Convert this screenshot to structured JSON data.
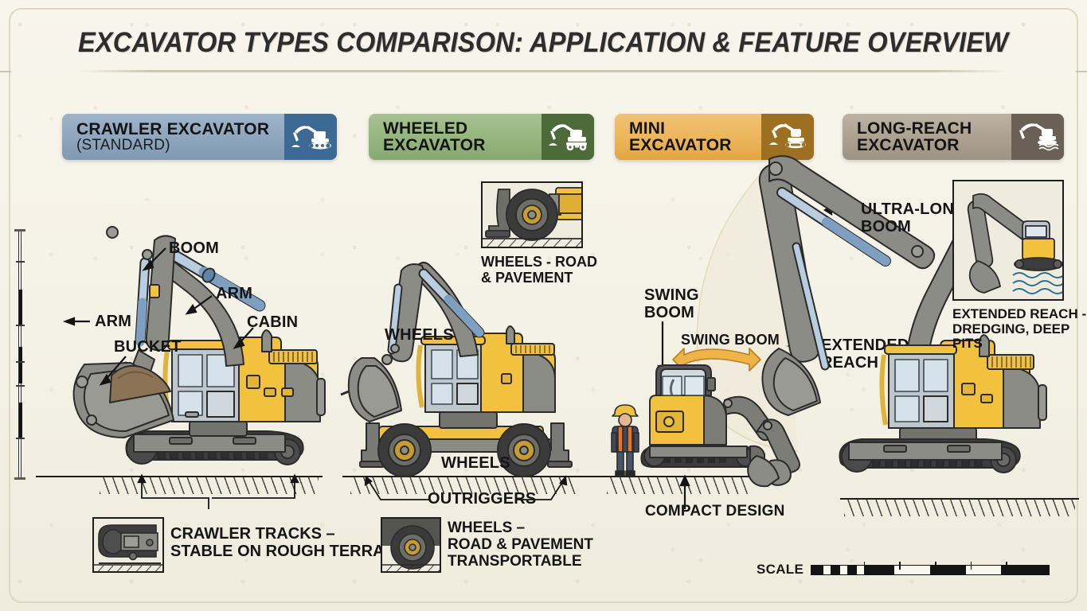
{
  "page": {
    "title": "EXCAVATOR TYPES COMPARISON: APPLICATION & FEATURE OVERVIEW",
    "background_color": "#f7f4ea",
    "ink_color": "#1a1a1a"
  },
  "badges": [
    {
      "line1": "CRAWLER EXCAVATOR",
      "line2": "(STANDARD)",
      "color": "#8fa7bf",
      "icon_color": "#3d6a94",
      "icon": "crawler-excavator-icon"
    },
    {
      "line1": "WHEELED",
      "line2": "EXCAVATOR",
      "color": "#96b67f",
      "icon_color": "#4d6b39",
      "icon": "wheeled-excavator-icon"
    },
    {
      "line1": "MINI",
      "line2": "EXCAVATOR",
      "color": "#ecb65c",
      "icon_color": "#9c6f21",
      "icon": "mini-excavator-icon"
    },
    {
      "line1": "LONG-REACH",
      "line2": "EXCAVATOR",
      "color": "#ada292",
      "icon_color": "#6a6055",
      "icon": "long-reach-excavator-icon"
    }
  ],
  "panel1": {
    "labels": {
      "boom": "BOOM",
      "arm_right": "ARM",
      "arm_left": "ARM",
      "cabin": "CABIN",
      "bucket": "BUCKET"
    },
    "footnote": "CRAWLER TRACKS –\nSTABLE ON ROUGH TERRAIN",
    "footnote_icon": "crawler-track-inset"
  },
  "panel2": {
    "inset_caption": "WHEELS - ROAD\n& PAVEMENT",
    "inset_icon": "wheel-closeup-inset",
    "labels": {
      "wheels_top": "WHEELS",
      "wheels_bottom": "WHEELS",
      "outriggers": "OUTRIGGERS"
    },
    "footnote": "WHEELS –\nROAD & PAVEMENT\nTRANSPORTABLE",
    "footnote_icon": "wheel-inset"
  },
  "panel3": {
    "labels": {
      "swing_boom_left": "SWING\nBOOM",
      "swing_boom_arc": "SWING BOOM",
      "extended_reach": "EXTENDED\nREACH",
      "compact_design": "COMPACT DESIGN"
    },
    "arc_color": "#e8a93c",
    "worker": "worker-figure"
  },
  "panel4": {
    "labels": {
      "ultra_long_boom": "ULTRA-LONG\nBOOM"
    },
    "inset_caption": "EXTENDED REACH -\nDREDGING, DEEP PITS",
    "inset_icon": "long-reach-dredging-inset"
  },
  "scale": {
    "label": "SCALE",
    "segments": [
      "#141414",
      "#faf7ee",
      "#141414",
      "#faf7ee",
      "#141414",
      "#faf7ee",
      "#141414",
      "#faf7ee",
      "#141414"
    ]
  },
  "colors": {
    "machine_body": "#f2c23e",
    "machine_gray": "#8c8c87",
    "hydraulic_blue": "#7e9fbf",
    "track_dark": "#3a3a3a",
    "vest_orange": "#e8732a"
  }
}
